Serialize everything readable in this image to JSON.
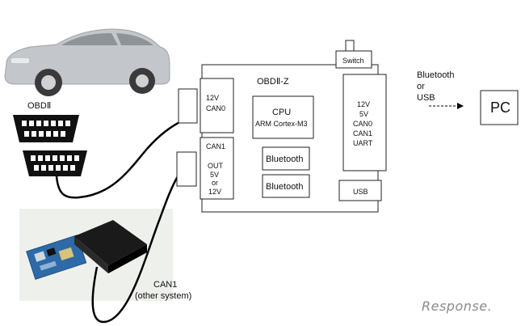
{
  "board": {
    "title": "OBDⅡ-Z",
    "switch_label": "Switch",
    "cpu": {
      "title": "CPU",
      "subtitle": "ARM Cortex-M3"
    },
    "bluetooth_modules": [
      "Bluetooth",
      "Bluetooth"
    ],
    "power_can0_port": [
      "12V",
      "CAN0"
    ],
    "can1_port": [
      "CAN1",
      "OUT",
      "5V",
      "or",
      "12V"
    ],
    "right_port": [
      "12V",
      "5V",
      "CAN0",
      "CAN1",
      "UART"
    ],
    "usb_label": "USB"
  },
  "connection": {
    "lines": [
      "Bluetooth",
      "or",
      "USB"
    ]
  },
  "pc": {
    "label": "PC"
  },
  "car": {
    "connector_label": "OBDⅡ"
  },
  "other_system": {
    "lines": [
      "CAN1",
      "(other system)"
    ]
  },
  "watermark": {
    "text": "Response."
  },
  "colors": {
    "line": "#000000",
    "car_body": "#b9bcc0",
    "pcb": "#2e6aa8",
    "device": "#1a1a1a"
  }
}
